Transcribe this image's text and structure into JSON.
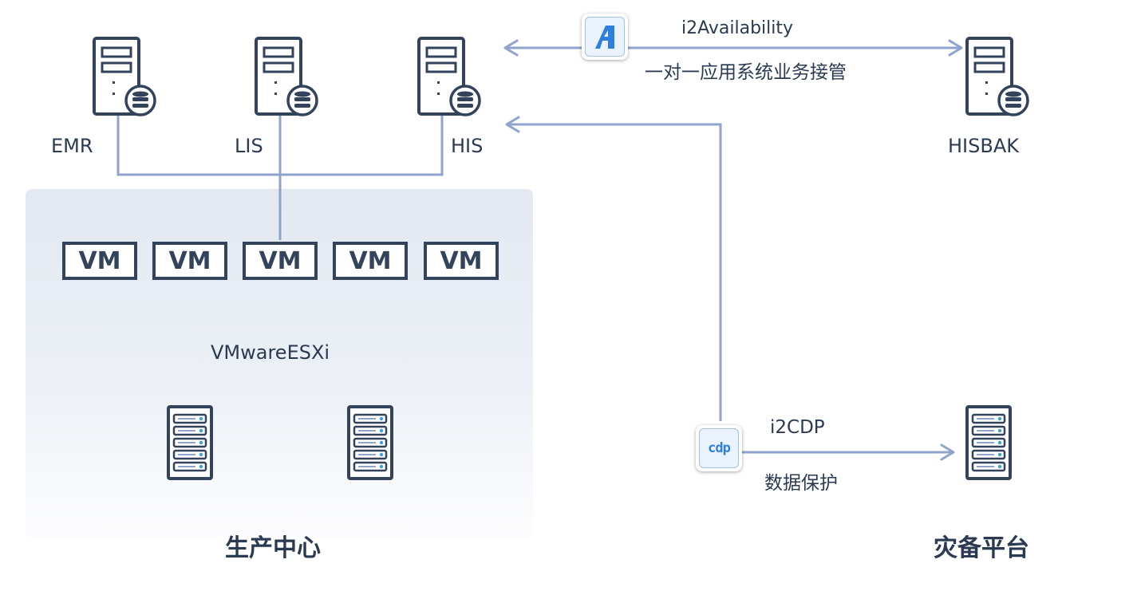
{
  "colors": {
    "line": "#8fa3cc",
    "server": "#33435c",
    "panel_top": "#e4e9f2",
    "accent": "#2f7fdc"
  },
  "production": {
    "servers": [
      {
        "label": "EMR",
        "icon": "server-database-icon"
      },
      {
        "label": "LIS",
        "icon": "server-database-icon"
      },
      {
        "label": "HIS",
        "icon": "server-database-icon"
      }
    ],
    "vms": [
      "VM",
      "VM",
      "VM",
      "VM",
      "VM"
    ],
    "hypervisor_label": "VMwareESXi",
    "host_icons": [
      "rack-server-icon",
      "rack-server-icon"
    ],
    "title": "生产中心"
  },
  "disaster_recovery": {
    "backup_server": {
      "label": "HISBAK",
      "icon": "server-database-icon"
    },
    "storage_icon": "rack-server-icon",
    "title": "灾备平台"
  },
  "links": {
    "availability": {
      "name": "i2Availability",
      "desc": "一对一应用系统业务接管",
      "icon": "i2availability-logo-icon"
    },
    "cdp": {
      "name": "i2CDP",
      "desc": "数据保护",
      "icon": "i2cdp-logo-icon",
      "logo_text": "cdp"
    }
  }
}
